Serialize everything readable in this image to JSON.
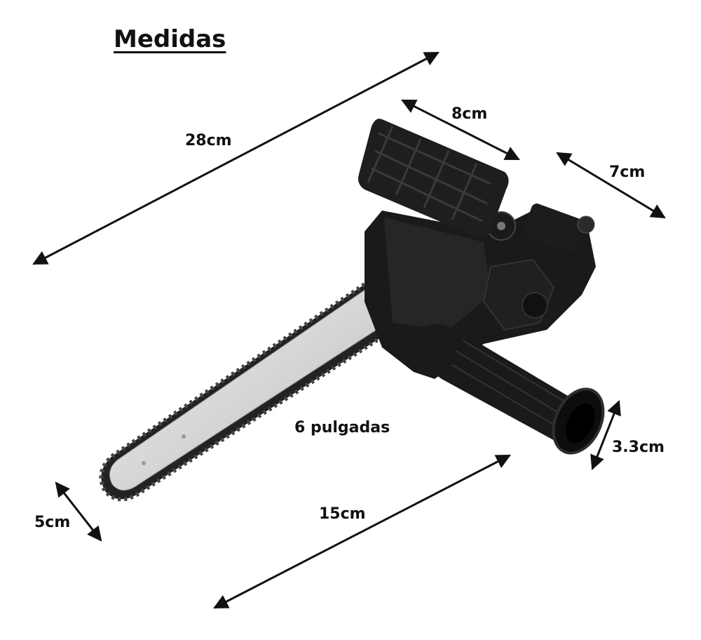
{
  "title": "Medidas",
  "dimensions": {
    "overall_length": "28cm",
    "head_width": "8cm",
    "head_depth": "7cm",
    "bar_size": "6 pulgadas",
    "bar_length": "15cm",
    "bar_height": "5cm",
    "handle_diameter": "3.3cm"
  },
  "colors": {
    "text": "#111111",
    "tool_body": "#1a1a1a",
    "bar": "#d9d9d9",
    "background": "#ffffff"
  }
}
